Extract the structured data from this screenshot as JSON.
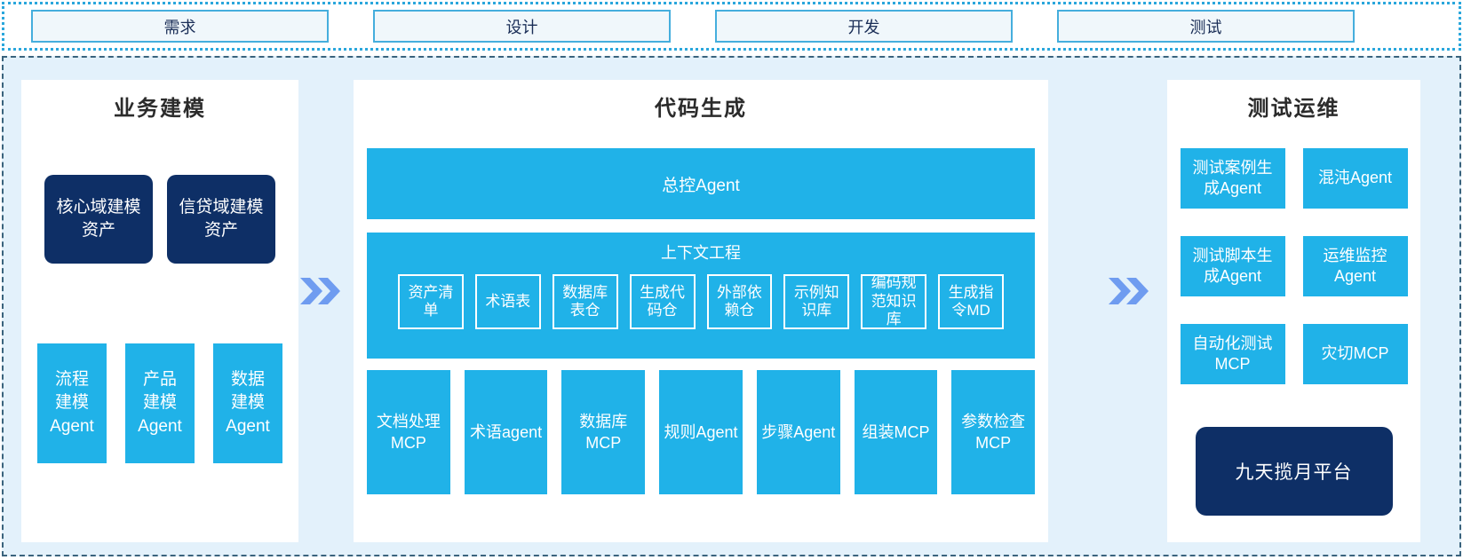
{
  "colors": {
    "cyan_box": "#20b2e8",
    "navy_box": "#0e2f66",
    "container_bg": "#e3f1fb",
    "phase_box_bg": "#f0f7fb",
    "phase_box_border": "#45aedd",
    "outer_dotted_border": "#2aa7dc",
    "main_dashed_border": "#3a637d",
    "arrow_blue": "#6f9cf0",
    "phase_text": "#1a2e57",
    "title_text": "#2b2b2b"
  },
  "phase_bar": {
    "items": [
      {
        "label": "需求"
      },
      {
        "label": "设计"
      },
      {
        "label": "开发"
      },
      {
        "label": "测试"
      }
    ]
  },
  "business_modeling": {
    "title": "业务建模",
    "asset_boxes": [
      {
        "label": "核心域建模资产"
      },
      {
        "label": "信贷域建模资产"
      }
    ],
    "agent_boxes": [
      {
        "label": "流程建模Agent"
      },
      {
        "label": "产品建模Agent"
      },
      {
        "label": "数据建模Agent"
      }
    ]
  },
  "code_generation": {
    "title": "代码生成",
    "master_agent": "总控Agent",
    "context_engineering": {
      "title": "上下文工程",
      "items": [
        {
          "label": "资产清单"
        },
        {
          "label": "术语表"
        },
        {
          "label": "数据库表仓"
        },
        {
          "label": "生成代码仓"
        },
        {
          "label": "外部依赖仓"
        },
        {
          "label": "示例知识库"
        },
        {
          "label": "编码规范知识库"
        },
        {
          "label": "生成指令MD"
        }
      ]
    },
    "mcp_row": [
      {
        "label": "文档处理MCP"
      },
      {
        "label": "术语agent"
      },
      {
        "label": "数据库MCP"
      },
      {
        "label": "规则Agent"
      },
      {
        "label": "步骤Agent"
      },
      {
        "label": "组装MCP"
      },
      {
        "label": "参数检查MCP"
      }
    ]
  },
  "test_ops": {
    "title": "测试运维",
    "grid_boxes": [
      {
        "label": "测试案例生成Agent"
      },
      {
        "label": "混沌Agent"
      },
      {
        "label": "测试脚本生成Agent"
      },
      {
        "label": "运维监控Agent"
      },
      {
        "label": "自动化测试MCP"
      },
      {
        "label": "灾切MCP"
      }
    ],
    "platform": {
      "label": "九天揽月平台"
    }
  }
}
